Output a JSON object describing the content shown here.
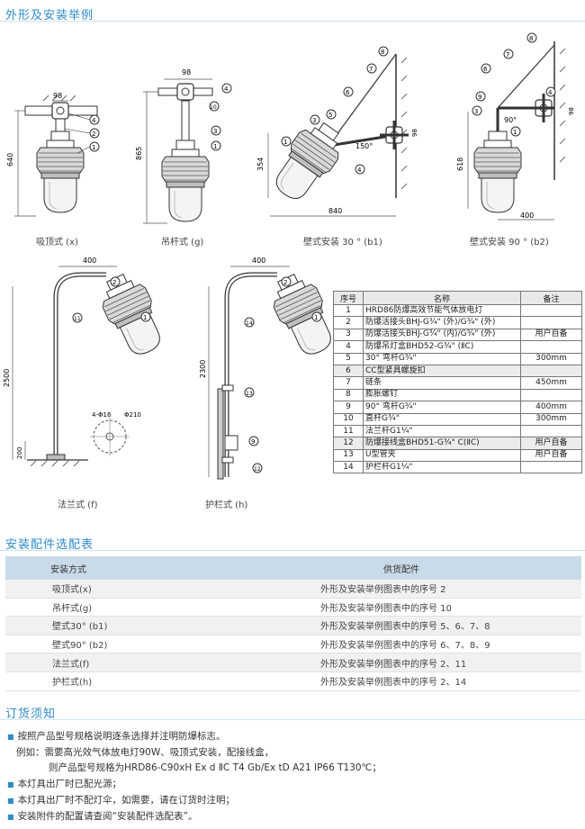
{
  "sections": {
    "dims": "外形及安装举例",
    "accessories": "安装配件选配表",
    "ordering": "订货须知"
  },
  "captions": {
    "ceiling": "吸顶式 (x)",
    "pendant": "吊杆式 (g)",
    "wall30": "壁式安装 30 ° (b1)",
    "wall90": "壁式安装 90 ° (b2)",
    "flange": "法兰式 (f)",
    "rail": "护栏式 (h)"
  },
  "dimensions": {
    "ceiling_w": "98",
    "ceiling_h": "640",
    "pendant_top": "98",
    "pendant_h": "865",
    "wall30_h": "354",
    "wall30_w": "840",
    "wall30_angle": "150°",
    "wall30_box": "98",
    "wall90_h": "618",
    "wall90_w": "400",
    "wall90_angle": "90°",
    "wall90_box": "98",
    "flange_w": "400",
    "flange_h": "2500",
    "flange_base": "200",
    "flange_holes": "4-Φ16",
    "flange_pcd": "Φ210",
    "rail_w": "400",
    "rail_h": "2300"
  },
  "callouts": [
    "1",
    "2",
    "3",
    "4",
    "5",
    "6",
    "7",
    "8",
    "9",
    "10",
    "11",
    "12",
    "13",
    "14"
  ],
  "parts_table": {
    "headers": [
      "序号",
      "名称",
      "备注"
    ],
    "rows": [
      {
        "no": "1",
        "name": "HRD86防爆高效节能气体放电灯",
        "remark": ""
      },
      {
        "no": "2",
        "name": "防爆活接头BHJ-G¾\" (外)/G¾\" (外)",
        "remark": ""
      },
      {
        "no": "3",
        "name": "防爆活接头BHJ-G¾\" (内)/G¾\" (外)",
        "remark": "用户自备"
      },
      {
        "no": "4",
        "name": "防爆吊灯盒BHD52-G¾\" (ⅡC)",
        "remark": ""
      },
      {
        "no": "5",
        "name": "30° 弯杆G¾\"",
        "remark": "300mm"
      },
      {
        "no": "6",
        "name": "CC型紧具螺旋扣",
        "remark": ""
      },
      {
        "no": "7",
        "name": "链条",
        "remark": "450mm"
      },
      {
        "no": "8",
        "name": "膨胀螺钉",
        "remark": ""
      },
      {
        "no": "9",
        "name": "90° 弯杆G¾\"",
        "remark": "400mm"
      },
      {
        "no": "10",
        "name": "直杆G¾\"",
        "remark": "300mm"
      },
      {
        "no": "11",
        "name": "法兰杆G1¼\"",
        "remark": ""
      },
      {
        "no": "12",
        "name": "防爆接线盒BHD51-G¾\" C(ⅡC)",
        "remark": "用户自备"
      },
      {
        "no": "13",
        "name": "U型管夹",
        "remark": "用户自备"
      },
      {
        "no": "14",
        "name": "护栏杆G1¼\"",
        "remark": ""
      }
    ]
  },
  "mount_table": {
    "headers": [
      "安装方式",
      "供货配件"
    ],
    "rows": [
      {
        "mode": "吸顶式(x)",
        "parts": "外形及安装举例图表中的序号 2"
      },
      {
        "mode": "吊杆式(g)",
        "parts": "外形及安装举例图表中的序号 10"
      },
      {
        "mode": "壁式30° (b1)",
        "parts": "外形及安装举例图表中的序号 5、6、7、8"
      },
      {
        "mode": "壁式90° (b2)",
        "parts": "外形及安装举例图表中的序号 6、7、8、9"
      },
      {
        "mode": "法兰式(f)",
        "parts": "外形及安装举例图表中的序号 2、11"
      },
      {
        "mode": "护栏式(h)",
        "parts": "外形及安装举例图表中的序号 2、14"
      }
    ]
  },
  "notes": {
    "n1": "按照产品型号规格说明逐条选择并注明防爆标志。",
    "n2": "例如：需要高光效气体放电灯90W、吸顶式安装，配接线盒，",
    "n3": "则产品型号规格为HRD86-C90xH   Ex d ⅡC T4 Gb/Ex tD A21 IP66 T130℃；",
    "n4": "本灯具出厂时已配光源；",
    "n5": "本灯具出厂时不配灯伞，如需要，请在订货时注明；",
    "n6": "安装附件的配置请查阅“安装配件选配表”。"
  },
  "colors": {
    "accent": "#2f8bc9",
    "header_bg": "#c9dbe9",
    "row_alt": "#f1f1f1"
  }
}
